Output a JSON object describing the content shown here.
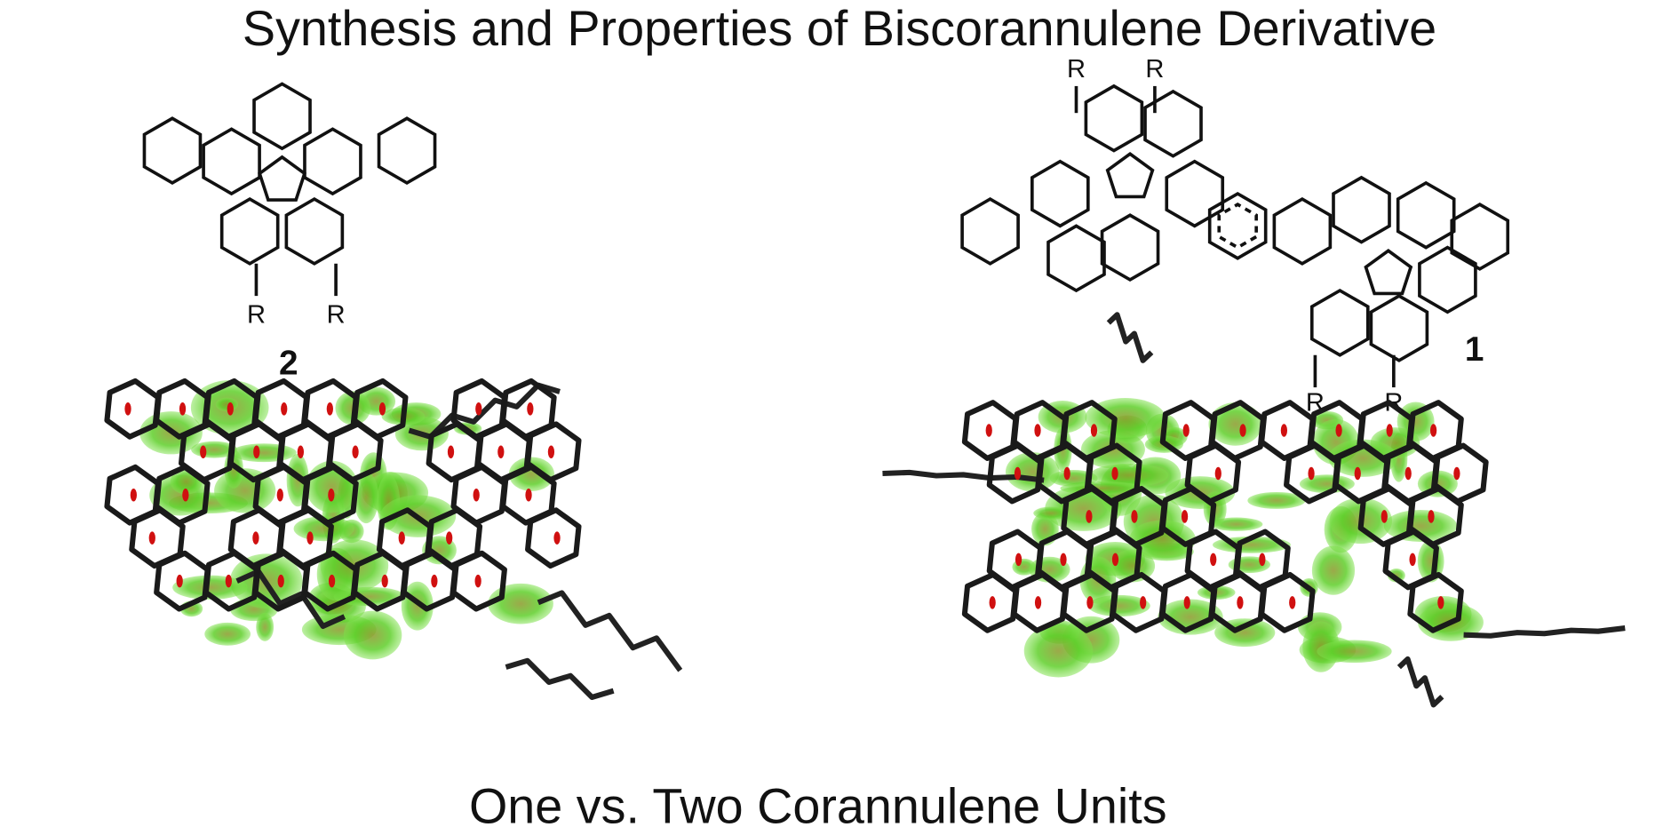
{
  "title": "Synthesis and Properties of Biscorannulene Derivative",
  "subtitle": "One vs. Two Corannulene Units",
  "compound_2": {
    "label": "2",
    "substituents": [
      "R",
      "R"
    ]
  },
  "compound_1": {
    "label": "1",
    "substituents": [
      "R",
      "R",
      "R",
      "R"
    ]
  },
  "colors": {
    "bonds": "#111111",
    "nci_surface": "#5fcf2a",
    "nci_dark": "#6b8a1a",
    "critical_points": "#d01010"
  }
}
